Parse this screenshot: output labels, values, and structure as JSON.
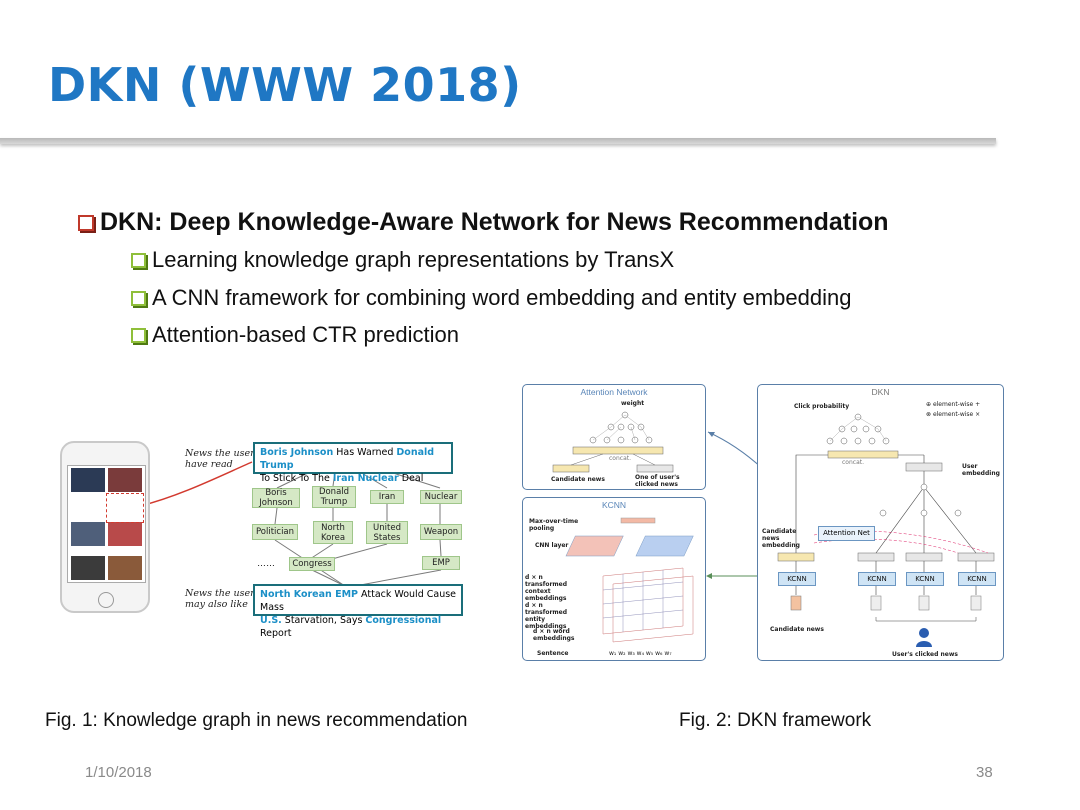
{
  "slide": {
    "title": "DKN (WWW 2018)",
    "bullets": {
      "main": "DKN: Deep Knowledge-Aware Network for News Recommendation",
      "sub": [
        "Learning knowledge graph representations by TransX",
        "A CNN framework for combining word embedding and entity embedding",
        "Attention-based CTR prediction"
      ]
    },
    "captions": {
      "fig1": "Fig. 1: Knowledge graph in news recommendation",
      "fig2": "Fig. 2: DKN framework"
    },
    "footer": {
      "date": "1/10/2018",
      "page": "38"
    }
  },
  "fig1": {
    "read_label": "News the user have read",
    "like_label": "News the user may also like",
    "read_news": {
      "a": "Boris Johnson",
      "b": " Has Warned ",
      "c": "Donald Trump",
      "d": "To Stick To The ",
      "e": "Iran Nuclear",
      "f": " Deal"
    },
    "like_news": {
      "a": "North Korean EMP",
      "b": " Attack Would Cause Mass",
      "c": "U.S.",
      "d": " Starvation, Says ",
      "e": "Congressional",
      "f": " Report"
    },
    "nodes": {
      "boris": "Boris Johnson",
      "trump": "Donald Trump",
      "iran": "Iran",
      "nuclear": "Nuclear",
      "politician": "Politician",
      "nk": "North Korea",
      "us": "United States",
      "weapon": "Weapon",
      "dots": "……",
      "congress": "Congress",
      "emp": "EMP"
    }
  },
  "fig2": {
    "attention_title": "Attention Network",
    "weight": "weight",
    "concat": "concat.",
    "candidate_news": "Candidate news",
    "one_clicked": "One of user's clicked news",
    "kcnn_title": "KCNN",
    "kcnn_labels": {
      "pool": "Max-over-time pooling",
      "cnn": "CNN layer",
      "ctx": "d × n transformed context embeddings",
      "ent": "d × n transformed entity embeddings",
      "word": "d × n word embeddings",
      "sentence": "Sentence",
      "words": "w₁  w₂  w₃  w₄  w₅  w₆  w₇"
    },
    "dkn_title": "DKN",
    "click_prob": "Click probability",
    "legend_plus": "element-wise +",
    "legend_times": "element-wise ×",
    "user_embedding": "User embedding",
    "cand_embedding": "Candidate news embedding",
    "attention_net": "Attention Net",
    "kcnn": "KCNN",
    "dkn_candidate": "Candidate news",
    "clicked": "User's clicked news"
  }
}
